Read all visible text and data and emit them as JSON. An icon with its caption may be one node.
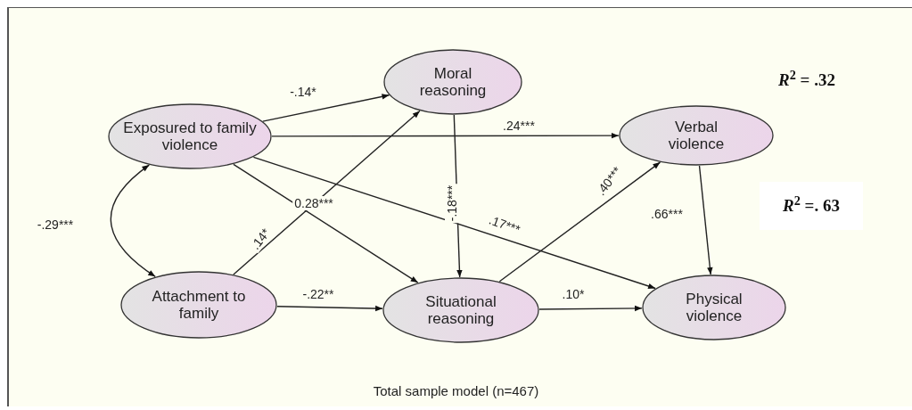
{
  "diagram": {
    "caption": "Total sample model (n=467)",
    "nodes": [
      {
        "text": [
          "Exposured to family violence"
        ]
      },
      {
        "text": [
          "Moral reasoning"
        ]
      },
      {
        "text": [
          "Verbal violence"
        ]
      },
      {
        "text": [
          "Attachment to family"
        ]
      },
      {
        "text": [
          "Situational reasoning"
        ]
      },
      {
        "text": [
          "Physical violence"
        ]
      }
    ],
    "edges": [
      {
        "from": 0,
        "to": 1,
        "arrow": "to",
        "label": "-.14*"
      },
      {
        "from": 0,
        "to": 2,
        "arrow": "to",
        "label": ".24***"
      },
      {
        "from": 0,
        "to": 4,
        "arrow": "to",
        "label": "0.28***"
      },
      {
        "from": 0,
        "to": 5,
        "arrow": "to",
        "label": ".17***"
      },
      {
        "from": 0,
        "to": 3,
        "arrow": "both",
        "label": "-.29***"
      },
      {
        "from": 3,
        "to": 1,
        "arrow": "to",
        "label": ".14*"
      },
      {
        "from": 3,
        "to": 4,
        "arrow": "to",
        "label": "-.22**"
      },
      {
        "from": 1,
        "to": 4,
        "arrow": "to",
        "label": "-.18***"
      },
      {
        "from": 4,
        "to": 2,
        "arrow": "to",
        "label": ".40***"
      },
      {
        "from": 4,
        "to": 5,
        "arrow": "to",
        "label": ".10*"
      },
      {
        "from": 2,
        "to": 5,
        "arrow": "to",
        "label": ".66***"
      }
    ],
    "labels": [
      "*R*$^{2}$ = .32",
      "*R*$^{2}$ =. 63"
    ]
  }
}
